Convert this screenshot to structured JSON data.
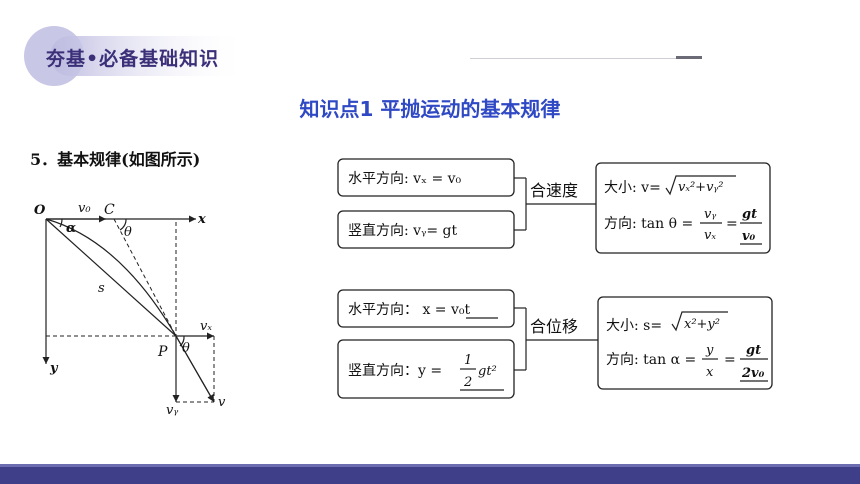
{
  "header": {
    "title": "夯基•必备基础知识"
  },
  "knowledge_point": {
    "title": "知识点1  平抛运动的基本规律"
  },
  "section": {
    "label": "5．基本规律(如图所示)"
  },
  "figure": {
    "origin": "O",
    "point_c": "C",
    "point_p": "P",
    "axis_x": "x",
    "axis_y": "y",
    "v0": "v₀",
    "vx": "vₓ",
    "vy": "vᵧ",
    "v": "v",
    "alpha": "α",
    "theta": "θ",
    "theta2": "θ",
    "s": "s"
  },
  "velocity": {
    "horizontal": "水平方向: vₓ = v₀",
    "vertical": "竖直方向: vᵧ= gt",
    "combine": "合速度",
    "magnitude_prefix": "大小: v=",
    "magnitude_expr": "vₓ²+vᵧ²",
    "direction_prefix": "方向: tan θ =",
    "ratio_num": "vᵧ",
    "ratio_den": "vₓ",
    "eq": "=",
    "result_num": "gt",
    "result_den": "v₀"
  },
  "displacement": {
    "horizontal": "水平方向： x = v₀t",
    "vertical_prefix": "竖直方向：y =",
    "half_num": "1",
    "half_den": "2",
    "vertical_suffix": "gt²",
    "combine": "合位移",
    "magnitude_prefix": "大小: s=",
    "magnitude_expr": "x²+y²",
    "direction_prefix": "方向: tan α =",
    "ratio_num": "y",
    "ratio_den": "x",
    "eq": "=",
    "result_num": "gt",
    "result_den": "2v₀"
  }
}
